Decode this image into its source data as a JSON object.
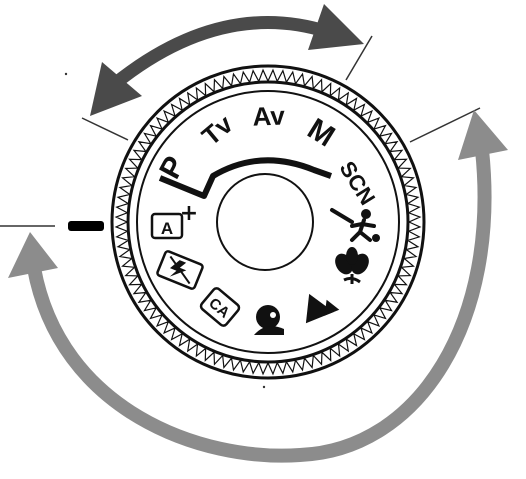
{
  "dial": {
    "modes": {
      "p": "P",
      "tv": "Tv",
      "av": "Av",
      "m": "M",
      "scn": "SCN",
      "auto_plus": "A",
      "creative_auto": "CA"
    }
  },
  "colors": {
    "dark_arrow": "#4a4a4a",
    "light_arrow": "#8c8c8c",
    "ink": "#111111",
    "index_mark": "#000000"
  }
}
